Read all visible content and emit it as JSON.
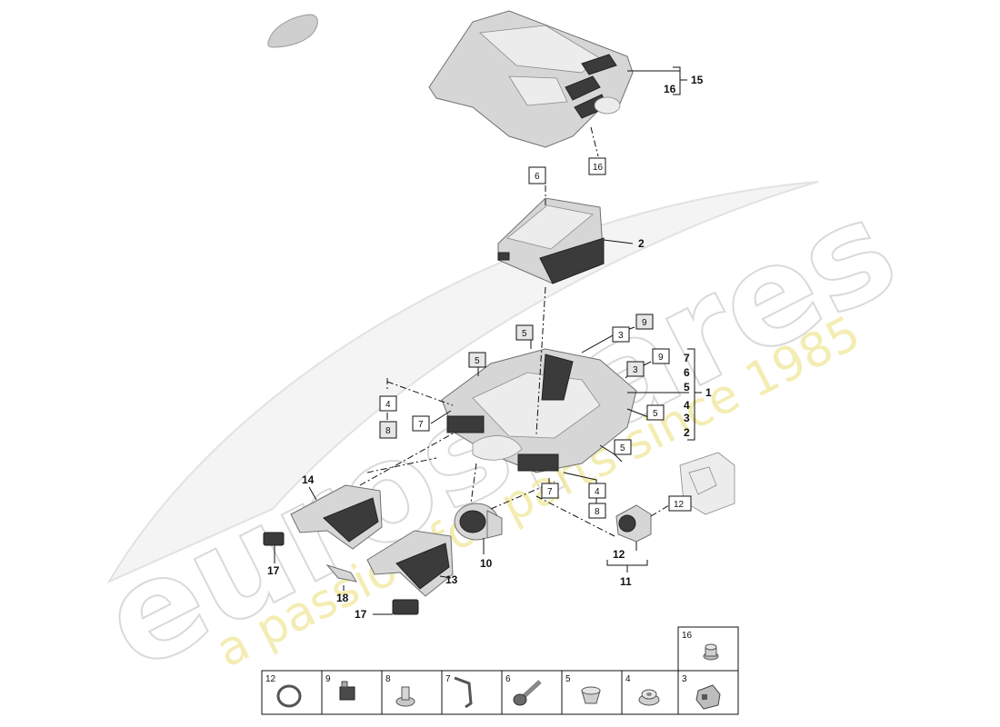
{
  "watermark": {
    "brand": "eurospares",
    "tagline": "a passion for parts since 1985"
  },
  "callouts": {
    "p1": "1",
    "p2": "2",
    "p10": "10",
    "p11": "11",
    "p12": "12",
    "p13": "13",
    "p14": "14",
    "p15": "15",
    "p16": "16",
    "p17a": "17",
    "p17b": "17",
    "p18": "18"
  },
  "tags": {
    "t16_right": "16",
    "t6_top": "6",
    "t5_a": "5",
    "t5_b": "5",
    "t3_a": "3",
    "t9_a": "9",
    "t9_b": "9",
    "t3_b": "3",
    "t4_left": "4",
    "t8_left": "8",
    "t7_left": "7",
    "t5_c": "5",
    "t5_d": "5",
    "t7_mid": "7",
    "t4_mid": "4",
    "t8_mid": "8",
    "t12_right": "12"
  },
  "stack": [
    "7",
    "6",
    "5",
    "4",
    "3",
    "2"
  ],
  "thumbnails": {
    "top": {
      "number": "16",
      "icon": "grommet-icon"
    },
    "row": [
      {
        "number": "12",
        "icon": "o-ring-icon"
      },
      {
        "number": "9",
        "icon": "clip-nut-icon"
      },
      {
        "number": "8",
        "icon": "push-rivet-icon"
      },
      {
        "number": "7",
        "icon": "wire-clip-icon"
      },
      {
        "number": "6",
        "icon": "screw-icon"
      },
      {
        "number": "5",
        "icon": "rubber-buffer-icon"
      },
      {
        "number": "4",
        "icon": "grommet-ring-icon"
      },
      {
        "number": "3",
        "icon": "bracket-clip-icon"
      }
    ]
  }
}
